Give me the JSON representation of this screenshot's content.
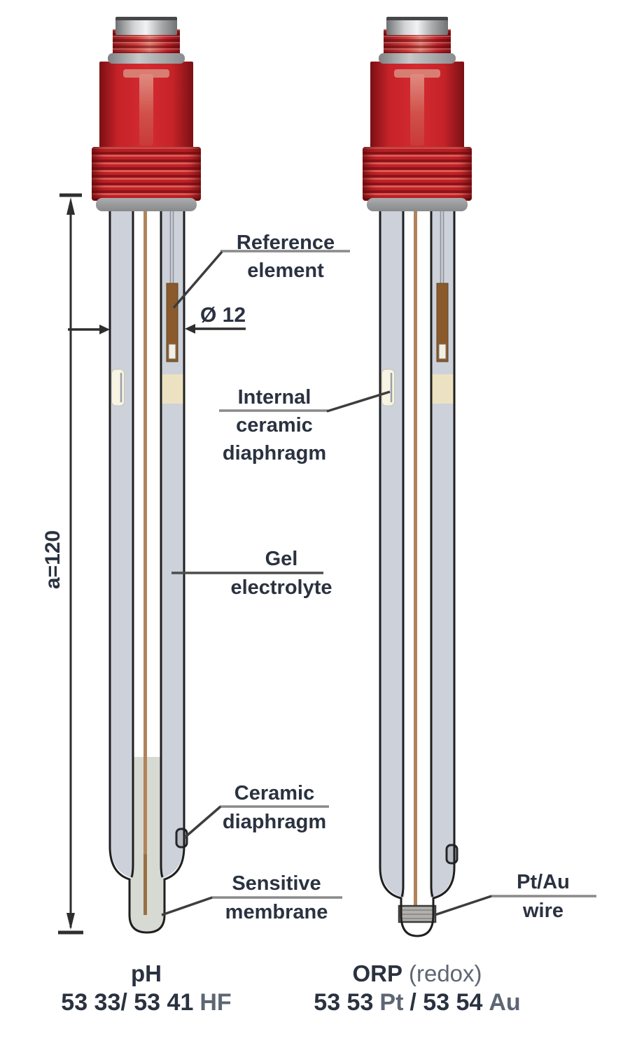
{
  "diagram": {
    "labels": {
      "reference_element": {
        "line1": "Reference",
        "line2": "element"
      },
      "diameter": "Ø 12",
      "internal_diaphragm": {
        "line1": "Internal",
        "line2": "ceramic",
        "line3": "diaphragm"
      },
      "gel_electrolyte": {
        "line1": "Gel",
        "line2": "electrolyte"
      },
      "ceramic_diaphragm": {
        "line1": "Ceramic",
        "line2": "diaphragm"
      },
      "sensitive_membrane": {
        "line1": "Sensitive",
        "line2": "membrane"
      },
      "pt_au_wire": {
        "line1": "Pt/Au",
        "line2": "wire"
      },
      "length_dimension": "a=120"
    },
    "captions": {
      "ph": {
        "title": "pH",
        "code_bold": "53 33/ 53 41",
        "code_light": "HF"
      },
      "orp": {
        "title_bold": "ORP",
        "title_light": "(redox)",
        "code_bold_1": "53 53",
        "code_light_1": "Pt",
        "code_bold_2": "/ 53 54",
        "code_light_2": "Au"
      }
    },
    "colors": {
      "cap_red": "#c5262c",
      "collar_gray": "#97999b",
      "glass_fill": "#ccd1da",
      "gel_tint": "#d6dad2",
      "beige_band": "#ece2c1",
      "wire_brown": "#b2835a",
      "reference_brown": "#8a5a2c",
      "text_dark": "#2a3240",
      "text_light": "#5d6673"
    }
  }
}
